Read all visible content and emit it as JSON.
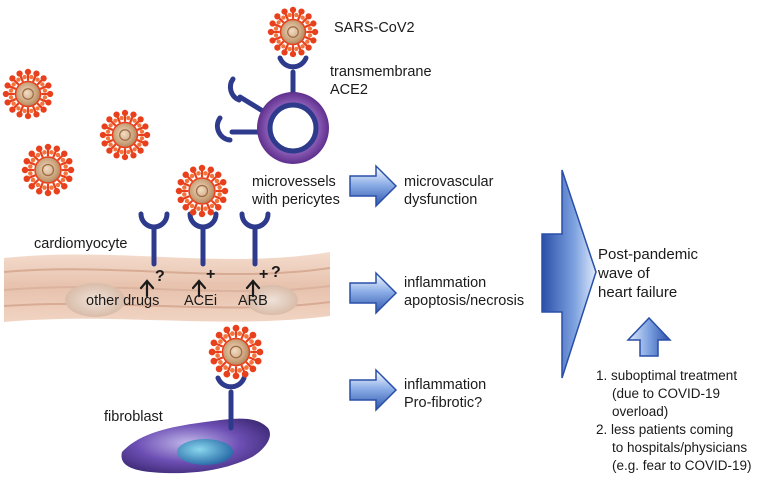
{
  "labels": {
    "virus": "SARS-CoV2",
    "receptor": [
      "transmembrane",
      "ACE2"
    ],
    "microvessels": [
      "microvessels",
      "with pericytes"
    ],
    "cardiomyocyte": "cardiomyocyte",
    "fibroblast": "fibroblast",
    "drugs": {
      "other": "other drugs",
      "acei": "ACEi",
      "arb": "ARB"
    },
    "signs": {
      "other": "?",
      "acei": "+",
      "arb_plus": "+",
      "arb_q": "?"
    }
  },
  "effects": [
    [
      "microvascular",
      "dysfunction"
    ],
    [
      "inflammation",
      "apoptosis/necrosis"
    ],
    [
      "inflammation",
      "Pro-fibrotic?"
    ]
  ],
  "outcome": [
    "Post-pandemic",
    "wave of",
    "heart failure"
  ],
  "causes": [
    [
      "1. suboptimal treatment",
      "(due to COVID-19",
      "overload)"
    ],
    [
      "2. less patients coming",
      "to hospitals/physicians",
      "(e.g. fear to COVID-19)"
    ]
  ],
  "colors": {
    "virus_spike": "#e8401c",
    "virus_core": "#c9a27a",
    "receptor": "#2e3b8c",
    "pericyte": "#7a4aa0",
    "arrow_blue": "#3b63b8",
    "muscle": "#e9c9b8",
    "fibroblast": "#4a2f7a"
  }
}
